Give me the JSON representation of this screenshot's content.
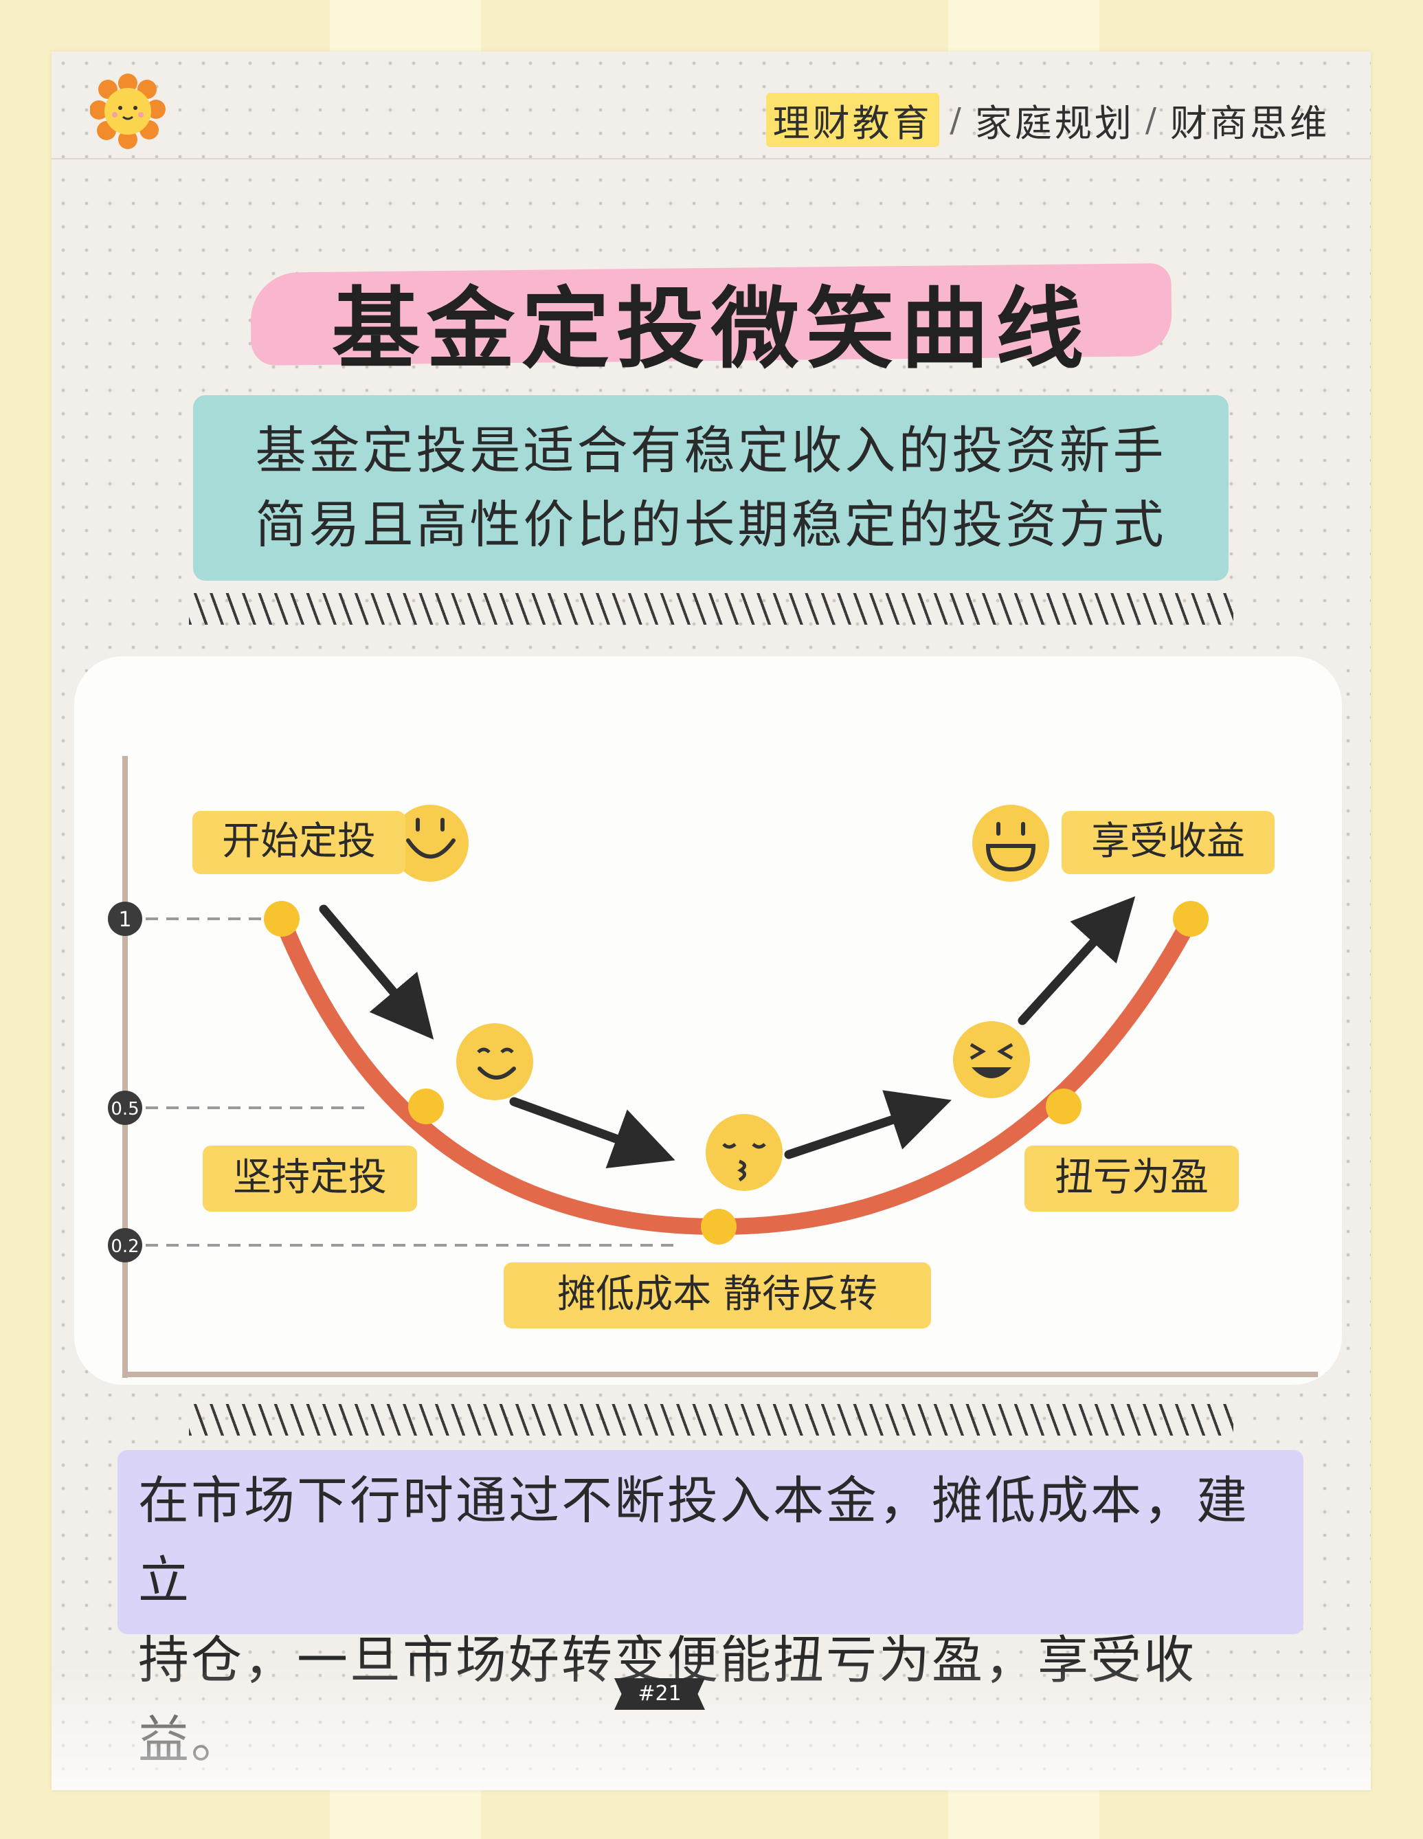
{
  "nav": {
    "items": [
      "理财教育",
      "家庭规划",
      "财商思维"
    ],
    "separator": "/",
    "active_color": "#fde36d"
  },
  "title": "基金定投微笑曲线",
  "intro": {
    "lines": [
      "基金定投是适合有稳定收入的投资新手",
      "简易且高性价比的长期稳定的投资方式"
    ]
  },
  "diagram": {
    "y_ticks": [
      "1",
      "0.5",
      "0.2"
    ],
    "labels": {
      "start": "开始定投",
      "persist": "坚持定投",
      "bottom": "摊低成本 静待反转",
      "recover": "扭亏为盈",
      "enjoy": "享受收益"
    },
    "colors": {
      "curve": "#e26a4b",
      "point": "#f7c430",
      "label_bg": "#fbd662",
      "axis": "#c8b2a6"
    }
  },
  "summary": {
    "lines": [
      "在市场下行时通过不断投入本金，摊低成本，建立",
      "持仓，一旦市场好转变便能扭亏为盈，享受收益。"
    ]
  },
  "page_number": "#21"
}
